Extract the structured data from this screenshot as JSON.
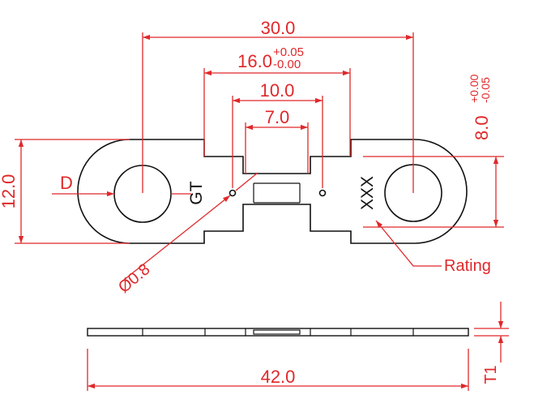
{
  "colors": {
    "dimension": "#e0282a",
    "part": "#111111",
    "background": "#ffffff"
  },
  "dimensions": {
    "overall_hole_spacing": "30.0",
    "inner_width": "16.0",
    "inner_width_tol_upper": "+0.05",
    "inner_width_tol_lower": "-0.00",
    "neck_outer": "10.0",
    "neck_inner": "7.0",
    "height": "12.0",
    "hole_diameter_label": "D",
    "pin_hole": "Ø0.8",
    "tab_height": "8.0",
    "tab_height_tol_upper": "+0.00",
    "tab_height_tol_lower": "-0.05",
    "total_length": "42.0",
    "thickness_label": "T1"
  },
  "markings": {
    "brand": "GT",
    "rating_code": "XXX"
  },
  "callouts": {
    "rating": "Rating"
  }
}
